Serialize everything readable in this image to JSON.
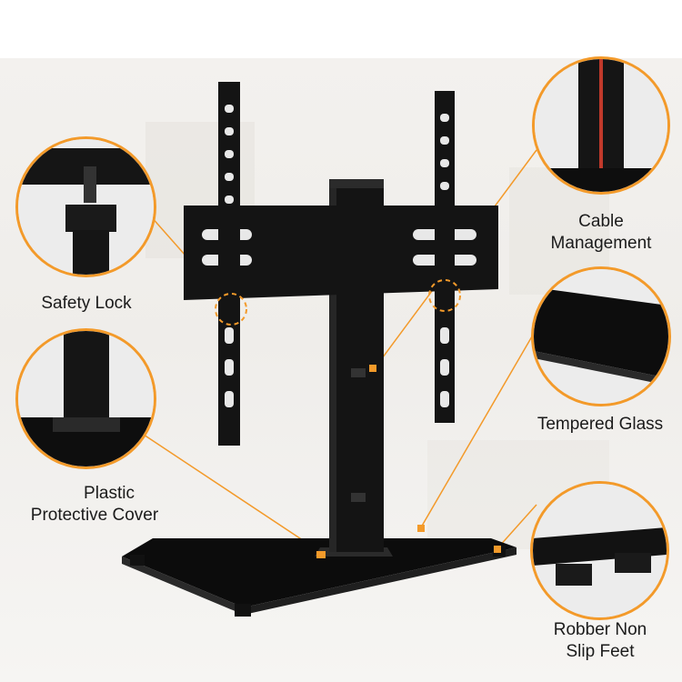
{
  "labels": {
    "safety_lock": "Safety Lock",
    "cable_management_1": "Cable",
    "cable_management_2": "Management",
    "plastic_cover_1": "Plastic",
    "plastic_cover_2": "Protective Cover",
    "tempered_glass": "Tempered Glass",
    "rubber_feet_1": "Robber Non",
    "rubber_feet_2": "Slip Feet"
  },
  "colors": {
    "accent": "#f39a2a",
    "stand": "#141414",
    "glass": "#0c0c0c"
  }
}
